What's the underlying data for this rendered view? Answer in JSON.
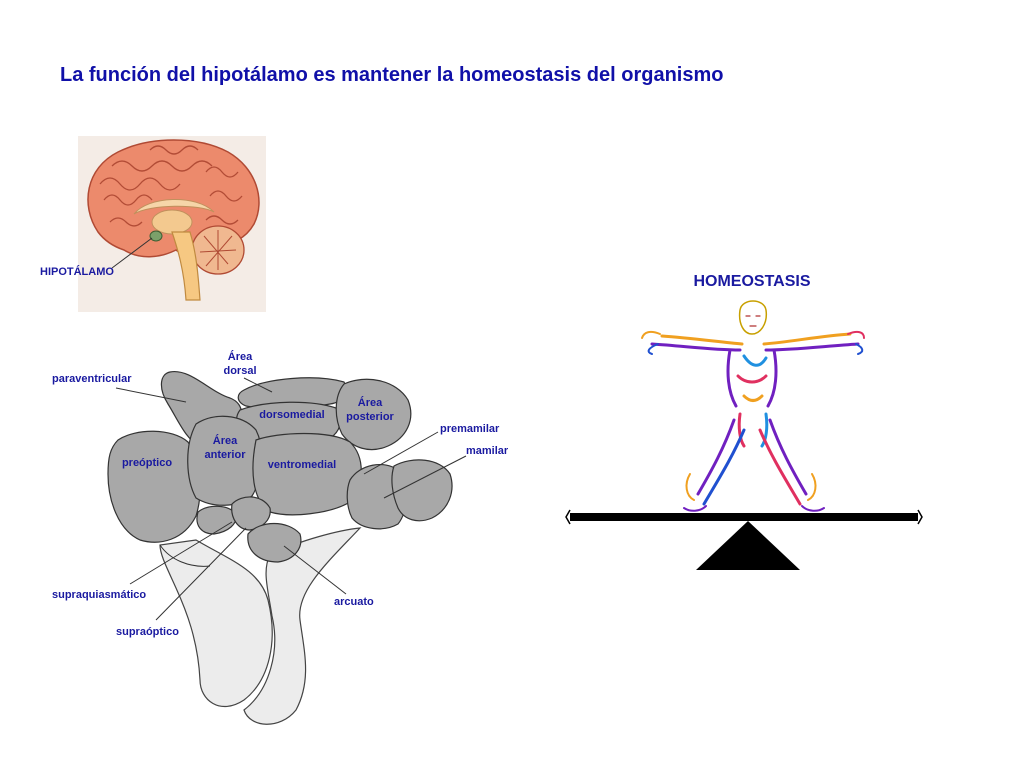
{
  "title": "La función del hipotálamo es mantener la homeostasis del organismo",
  "brain": {
    "label": "HIPOTÁLAMO"
  },
  "hypothalamus_diagram": {
    "labels": {
      "area_dorsal_1": "Área",
      "area_dorsal_2": "dorsal",
      "paraventricular": "paraventricular",
      "dorsomedial": "dorsomedial",
      "area_posterior_1": "Área",
      "area_posterior_2": "posterior",
      "premamilar": "premamilar",
      "mamilar": "mamilar",
      "area_anterior_1": "Área",
      "area_anterior_2": "anterior",
      "preoptico": "preóptico",
      "ventromedial": "ventromedial",
      "supraquiasmatico": "supraquiasmático",
      "arcuato": "arcuato",
      "supraoptico": "supraóptico"
    },
    "colors": {
      "nucleus": "#a8a8a8",
      "pituitary": "#ececec",
      "label_text": "#1a1aa0"
    }
  },
  "homeostasis": {
    "label": "HOMEOSTASIS",
    "icons": [
      "human-figure-icon",
      "seesaw-scale-icon"
    ]
  }
}
